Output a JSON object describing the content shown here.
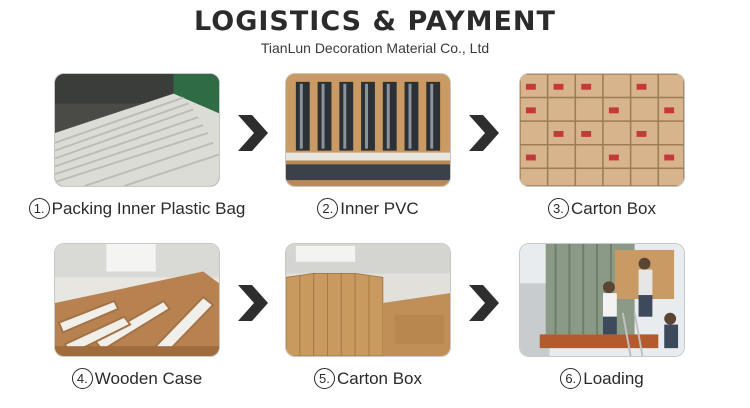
{
  "header": {
    "title": "LOGISTICS & PAYMENT",
    "subtitle": "TianLun Decoration Material Co., Ltd"
  },
  "steps": [
    {
      "number": "1.",
      "label": "Packing Inner Plastic Bag"
    },
    {
      "number": "2.",
      "label": "Inner PVC"
    },
    {
      "number": "3.",
      "label": "Carton Box"
    },
    {
      "number": "4.",
      "label": "Wooden Case"
    },
    {
      "number": "5.",
      "label": "Carton Box"
    },
    {
      "number": "6.",
      "label": "Loading"
    }
  ],
  "colors": {
    "arrow": "#2e2e2e",
    "text": "#2b2b2b",
    "cardboard": "#c99a63"
  }
}
